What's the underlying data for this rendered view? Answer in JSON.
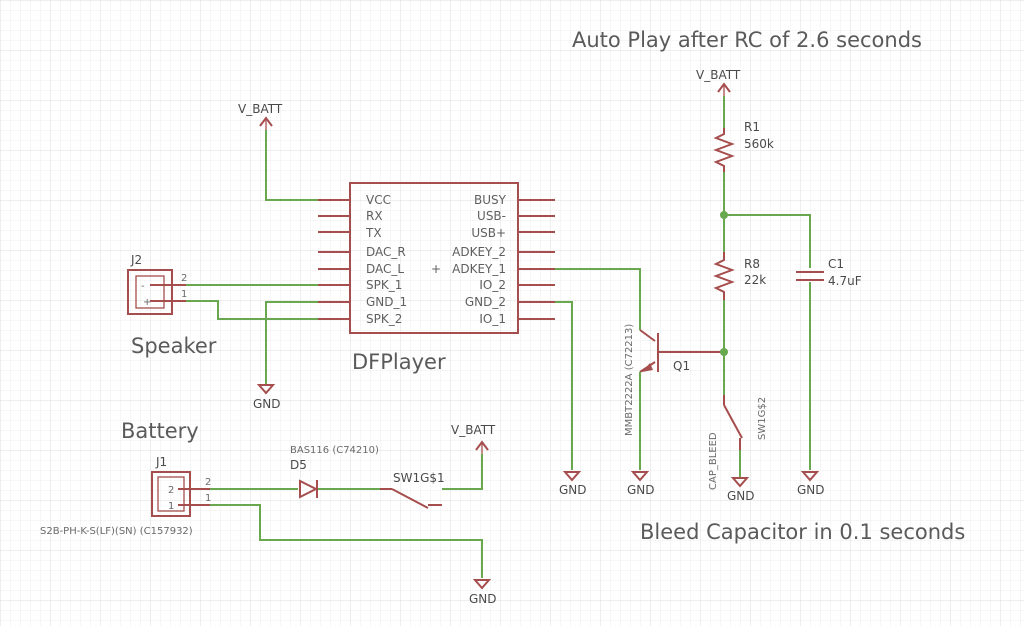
{
  "annotations": {
    "auto_play": "Auto Play after RC of 2.6 seconds",
    "bleed": "Bleed Capacitor in 0.1 seconds"
  },
  "module": {
    "name": "DFPlayer",
    "left_pins": [
      "VCC",
      "RX",
      "TX",
      "DAC_R",
      "DAC_L",
      "SPK_1",
      "GND_1",
      "SPK_2"
    ],
    "right_pins": [
      "BUSY",
      "USB-",
      "USB+",
      "ADKEY_2",
      "ADKEY_1",
      "IO_2",
      "GND_2",
      "IO_1"
    ]
  },
  "connectors": {
    "j2": {
      "ref": "J2",
      "label": "Speaker",
      "pin_top": "2",
      "pin_bottom": "1"
    },
    "j1": {
      "ref": "J1",
      "label": "Battery",
      "part": "S2B-PH-K-S(LF)(SN) (C157932)",
      "pin_top": "2",
      "pin_bottom": "1",
      "inner_top": "2",
      "inner_bottom": "1"
    }
  },
  "components": {
    "r1": {
      "ref": "R1",
      "value": "560k"
    },
    "r8": {
      "ref": "R8",
      "value": "22k"
    },
    "c1": {
      "ref": "C1",
      "value": "4.7uF"
    },
    "q1": {
      "ref": "Q1",
      "part": "MMBT2222A (C72213)"
    },
    "d5": {
      "ref": "D5",
      "part": "BAS116 (C74210)"
    },
    "sw_power": {
      "ref": "SW1G$1"
    },
    "sw_bleed": {
      "ref": "SW1G$2",
      "label": "CAP_BLEED"
    }
  },
  "nets": {
    "vbatt": "V_BATT",
    "gnd": "GND"
  },
  "colors": {
    "wire": "#6aa84f",
    "symbol": "#a64d4d",
    "grid": "#e6e6e6"
  }
}
